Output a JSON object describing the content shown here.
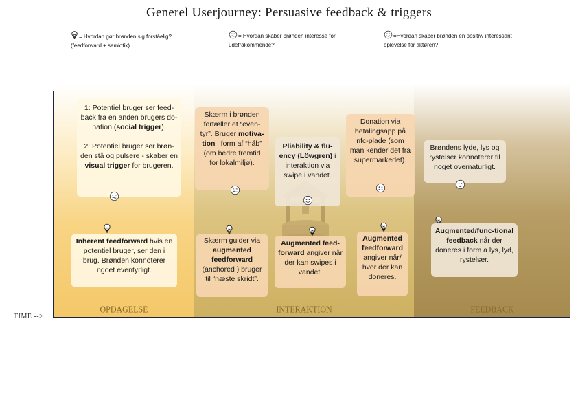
{
  "title": "Generel Userjourney: Persuasive feedback & triggers",
  "legend": {
    "bulb": "= Hvordan gør brønden sig forståelig? (feedforward + semiotik).",
    "neutral": "= Hvordan skaber brønden interesse for udefrakommende?",
    "smile": "=Hvordan skaber brønden en positiv/ interessant oplevelse for aktøren?"
  },
  "axis": {
    "time_label": "TIME -->"
  },
  "phases": [
    {
      "label": "OPDAGELSE"
    },
    {
      "label": "INTERAKTION"
    },
    {
      "label": "FEEDBACK"
    }
  ],
  "cards": {
    "c1": {
      "p1": "1: Potentiel bruger ser feed-back fra en anden brugers do-nation (",
      "b1": "social trigger",
      "p2": ").",
      "p3": "2: Potentiel bruger ser brøn-den stå og pulsere - skaber en ",
      "b2": "visual trigger",
      "p4": " for brugeren.",
      "icon": "neutral-face-icon"
    },
    "c2": {
      "p1": "Skærm i brønden fortæller et “even-tyr”. Bruger ",
      "b1": "motiva-tion",
      "p2": " i form af “håb” (om bedre fremtid for lokalmiljø).",
      "icon": "neutral-face-icon"
    },
    "c3": {
      "b1": "Pliability & flu-ency (Löwgren)",
      "p1": " i interaktion via swipe i vandet.",
      "icon": "smile-face-icon"
    },
    "c4": {
      "p1": "Donation via betalingsapp på nfc-plade (som man kender det fra supermarkedet).",
      "icon": "smile-face-icon"
    },
    "c5": {
      "p1": "Brøndens lyde, lys og rystelser konnoterer til noget overnaturligt.",
      "icon": "smile-face-icon"
    },
    "c6": {
      "b1": "Inherent feedforward",
      "p1": " hvis en potentiel bruger, ser den i brug. Brønden konnoterer ngoet eventyrligt.",
      "icon": "lightbulb-icon"
    },
    "c7": {
      "p1": "Skærm guider via ",
      "b1": "augmented feedforward",
      "p2": " (anchored ) bruger til “næste skridt”.",
      "icon": "lightbulb-icon"
    },
    "c8": {
      "b1": "Augmented feed-forward",
      "p1": " angiver når der kan swipes i vandet.",
      "icon": "lightbulb-icon"
    },
    "c9": {
      "b1": "Augmented feedforward",
      "p1": " angiver når/ hvor der kan doneres.",
      "icon": "lightbulb-icon"
    },
    "c10": {
      "b1": "Augmented/func-tional feedback",
      "p1": " når der doneres i form a lys, lyd, rystelser.",
      "icon": "lightbulb-icon"
    }
  }
}
